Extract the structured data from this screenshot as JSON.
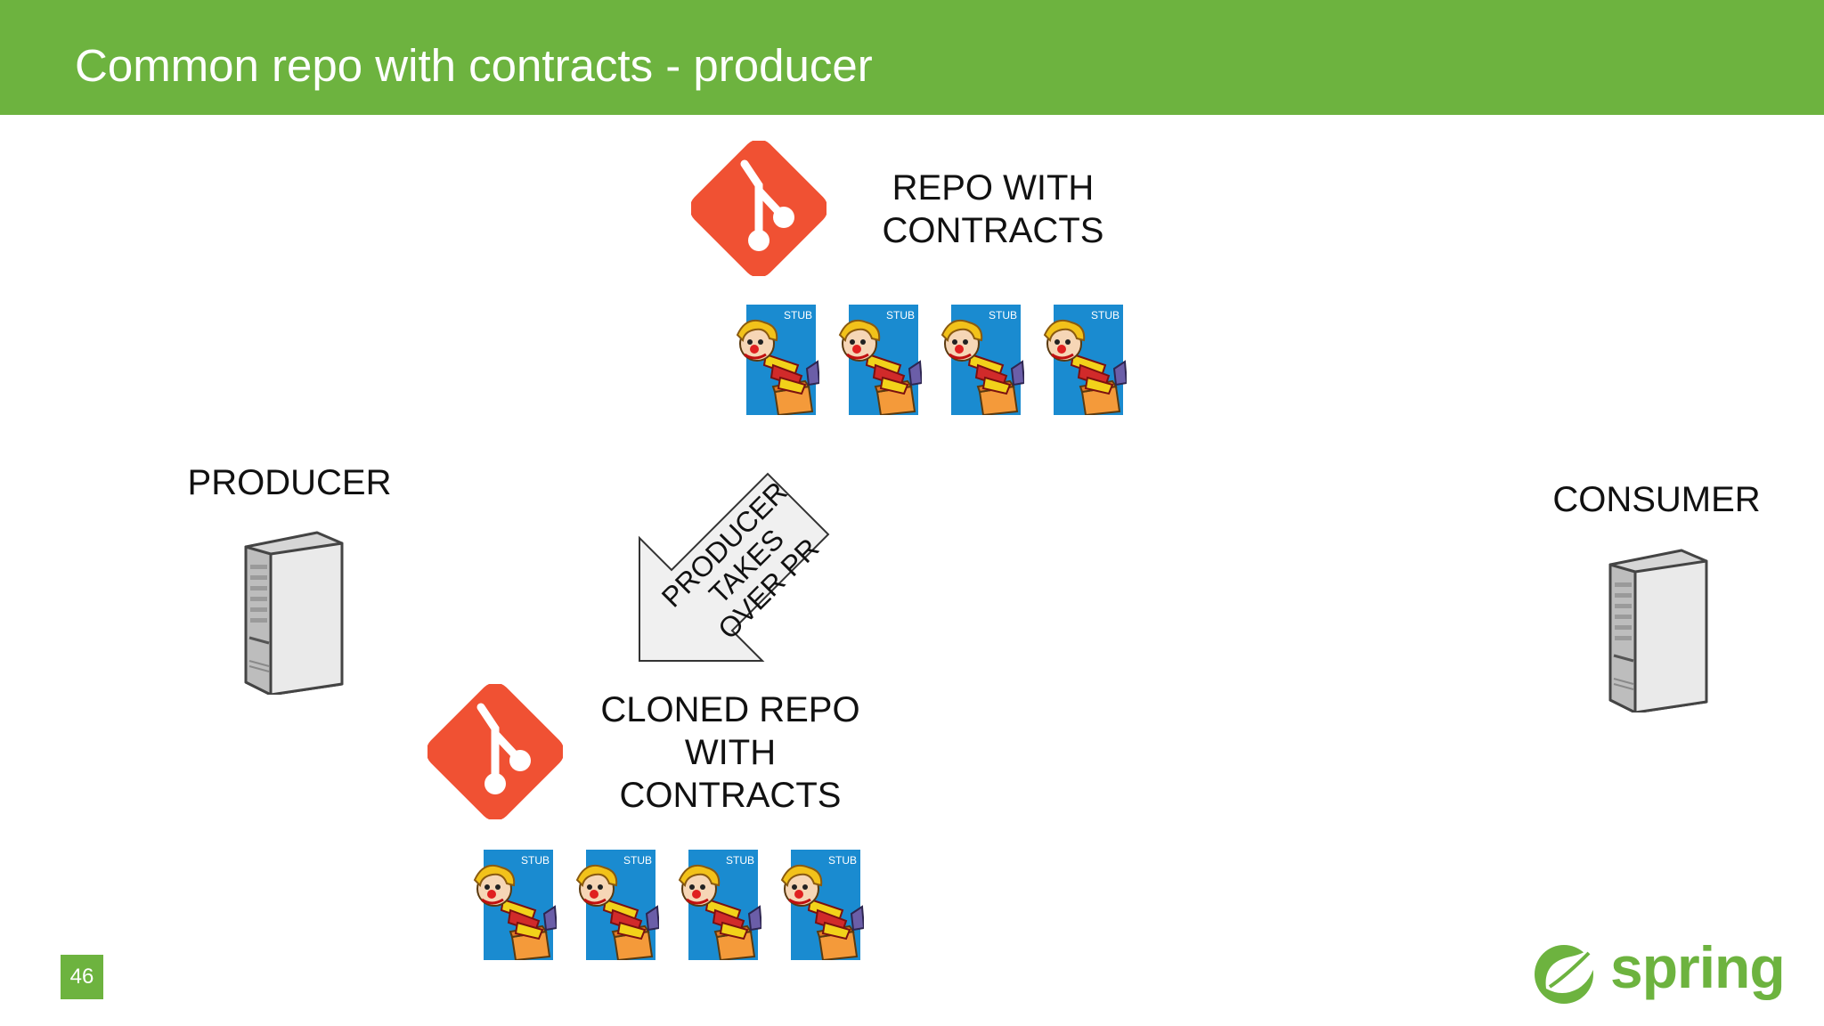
{
  "header": {
    "title": "Common repo with contracts - producer"
  },
  "repo": {
    "label_lines": [
      "REPO WITH",
      "CONTRACTS"
    ]
  },
  "cloned_repo": {
    "label_lines": [
      "CLONED REPO",
      "WITH",
      "CONTRACTS"
    ]
  },
  "producer": {
    "label": "PRODUCER"
  },
  "consumer": {
    "label": "CONSUMER"
  },
  "arrow": {
    "lines": [
      "PRODUCER",
      "TAKES",
      "OVER PR"
    ]
  },
  "stub_label": "STUB",
  "footer": {
    "page_number": "46",
    "brand": "spring"
  },
  "colors": {
    "brand_green": "#6db33f",
    "git_orange": "#f05133",
    "stub_blue": "#1a8bd0"
  },
  "icons": {
    "repo": "git-logo-icon",
    "stub": "stub-jack-in-the-box-icon",
    "server": "server-tower-icon"
  }
}
